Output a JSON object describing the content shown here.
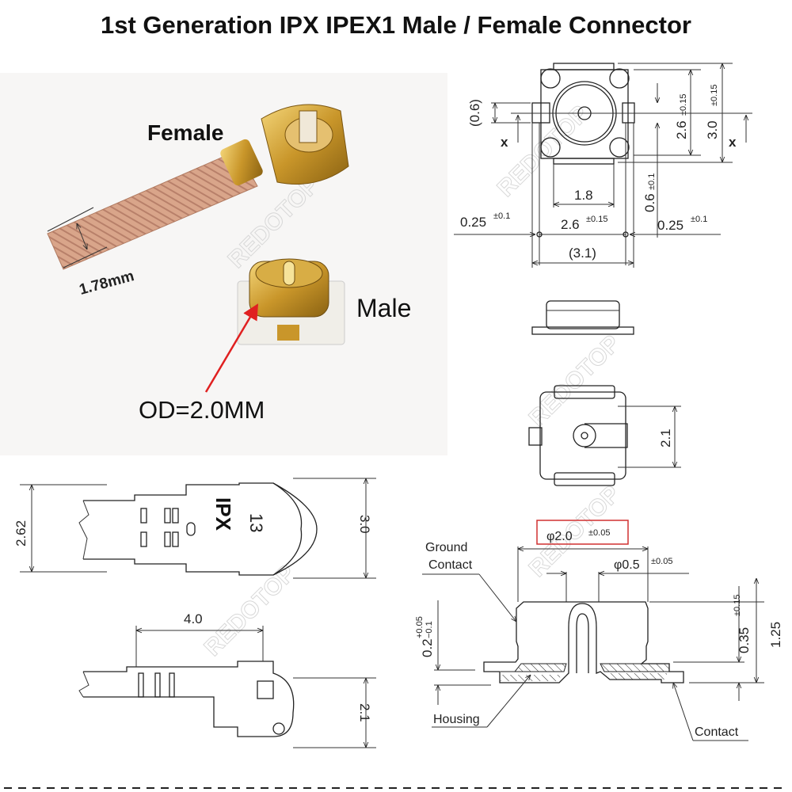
{
  "title": "1st Generation IPX IPEX1 Male / Female Connector",
  "photo": {
    "female_label": "Female",
    "male_label": "Male",
    "cable_diameter": "1.78mm",
    "od_label": "OD=2.0MM",
    "arrow_color": "#e02020"
  },
  "watermark": "REDOTOP",
  "top_view": {
    "dim_06": "(0.6)",
    "x_mark": "x",
    "dim_26": "2.6",
    "tol_26": "±0.15",
    "dim_30": "3.0",
    "tol_30": "±0.15",
    "dim_18": "1.8",
    "dim_06b": "0.6",
    "tol_06b": "±0.1",
    "dim_025_left": "0.25",
    "tol_025_left": "±0.1",
    "dim_26b": "2.6",
    "tol_26b": "±0.15",
    "dim_025_right": "0.25",
    "tol_025_right": "±0.1",
    "dim_31": "(3.1)"
  },
  "bottom_view": {
    "dim_21": "2.1"
  },
  "plug_drawing": {
    "dim_262": "2.62",
    "dim_30": "3.0",
    "marking_ipx": "IPX",
    "marking_13": "13",
    "dim_40": "4.0",
    "dim_21": "2.1"
  },
  "section": {
    "dim_phi20": "φ2.0",
    "tol_phi20": "±0.05",
    "highlight_color": "#d03030",
    "dim_phi05": "φ0.5",
    "tol_phi05": "±0.05",
    "ground_contact_1": "Ground",
    "ground_contact_2": "Contact",
    "dim_02": "0.2",
    "tol_02_plus": "+0.05",
    "tol_02_minus": "−0.1",
    "dim_035": "0.35",
    "tol_035": "±0.15",
    "dim_125": "1.25",
    "housing": "Housing",
    "contact": "Contact"
  }
}
